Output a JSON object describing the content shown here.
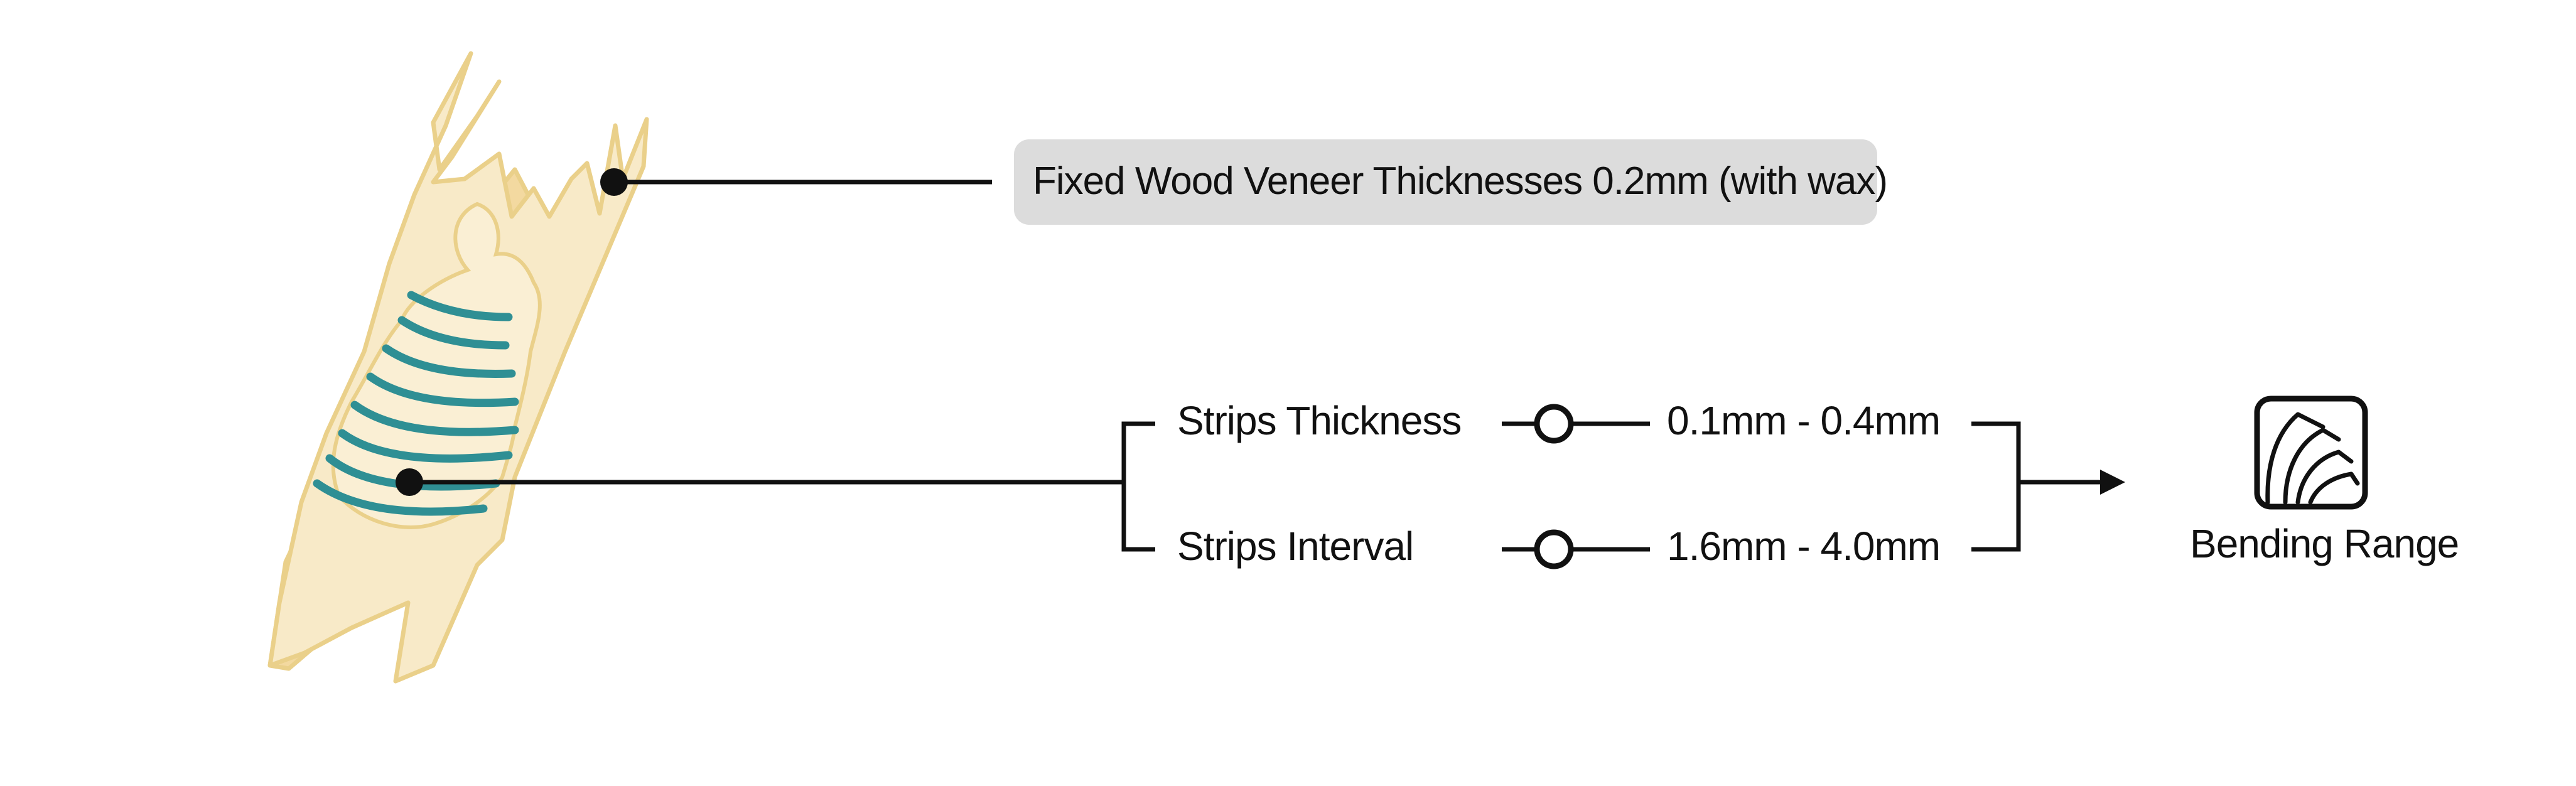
{
  "veneer": {
    "label": "Fixed Wood Veneer Thicknesses 0.2mm (with wax)"
  },
  "strips": {
    "thickness_label": "Strips Thickness",
    "thickness_range": "0.1mm - 0.4mm",
    "interval_label": "Strips Interval",
    "interval_range": "1.6mm - 4.0mm"
  },
  "output": {
    "label": "Bending Range",
    "icon": "bending-range-icon"
  },
  "colors": {
    "wood_fill": "#f7e6be",
    "wood_fill_dark": "#f3d9a0",
    "wood_stroke": "#ead08a",
    "strip": "#2f8f94",
    "line": "#111111",
    "label_box": "#dcdcdc"
  }
}
